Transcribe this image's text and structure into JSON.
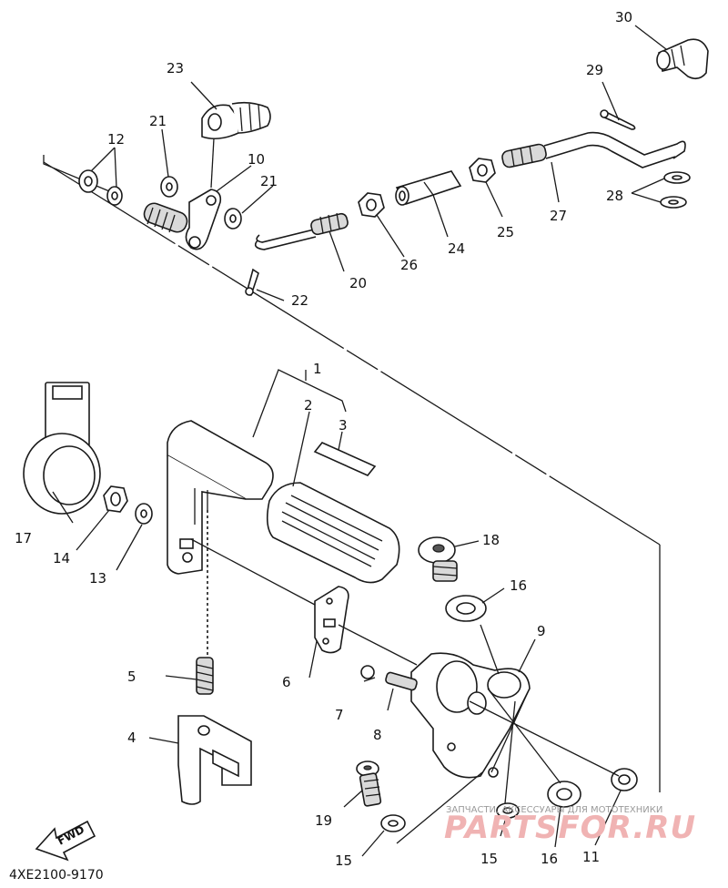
{
  "diagram_code": "4XE2100-9170",
  "fwd_label": "FWD",
  "watermark": {
    "line1": "ЗАПЧАСТИ, АКСЕССУАРЫ ДЛЯ МОТОТЕХНИКИ",
    "line2": "PARTSFOR.RU"
  },
  "callouts": {
    "p1": "1",
    "p2": "2",
    "p3": "3",
    "p4": "4",
    "p5": "5",
    "p6": "6",
    "p7": "7",
    "p8": "8",
    "p9": "9",
    "p10": "10",
    "p11": "11",
    "p12": "12",
    "p13": "13",
    "p14": "14",
    "p15a": "15",
    "p15b": "15",
    "p16a": "16",
    "p16b": "16",
    "p17": "17",
    "p18": "18",
    "p19": "19",
    "p20": "20",
    "p21a": "21",
    "p21b": "21",
    "p22": "22",
    "p23": "23",
    "p24": "24",
    "p25": "25",
    "p26": "26",
    "p27": "27",
    "p28": "28",
    "p29": "29",
    "p30": "30"
  }
}
